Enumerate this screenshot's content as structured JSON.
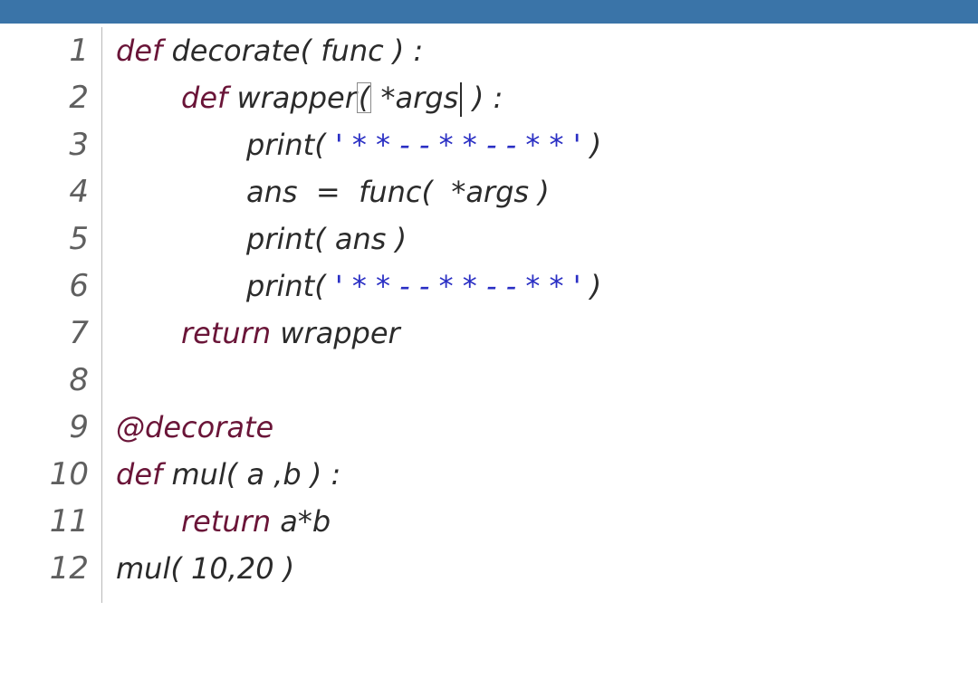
{
  "lines": [
    {
      "num": "1",
      "indent": 0,
      "tokens": [
        {
          "t": "def",
          "k": "kw"
        },
        {
          "t": " decorate( func ) :",
          "k": "plain"
        }
      ]
    },
    {
      "num": "2",
      "indent": 1,
      "tokens": [
        {
          "t": "def",
          "k": "kw"
        },
        {
          "t": " wrapper",
          "k": "plain"
        },
        {
          "t": "(",
          "k": "box"
        },
        {
          "t": " *args",
          "k": "plain"
        },
        {
          "t": "",
          "k": "cursor"
        },
        {
          "t": " ) :",
          "k": "plain"
        }
      ]
    },
    {
      "num": "3",
      "indent": 2,
      "tokens": [
        {
          "t": "print( ",
          "k": "plain"
        },
        {
          "t": "' * * - - * * - - * * '",
          "k": "str"
        },
        {
          "t": " )",
          "k": "plain"
        }
      ]
    },
    {
      "num": "4",
      "indent": 2,
      "tokens": [
        {
          "t": "ans  =  func(  *args )",
          "k": "plain"
        }
      ]
    },
    {
      "num": "5",
      "indent": 2,
      "tokens": [
        {
          "t": "print( ans )",
          "k": "plain"
        }
      ]
    },
    {
      "num": "6",
      "indent": 2,
      "tokens": [
        {
          "t": "print( ",
          "k": "plain"
        },
        {
          "t": "' * * - - * * - - * * '",
          "k": "str"
        },
        {
          "t": " )",
          "k": "plain"
        }
      ]
    },
    {
      "num": "7",
      "indent": 1,
      "tokens": [
        {
          "t": "return",
          "k": "kw"
        },
        {
          "t": " wrapper",
          "k": "plain"
        }
      ]
    },
    {
      "num": "8",
      "indent": 0,
      "tokens": []
    },
    {
      "num": "9",
      "indent": 0,
      "tokens": [
        {
          "t": "@decorate",
          "k": "dec"
        }
      ]
    },
    {
      "num": "10",
      "indent": 0,
      "tokens": [
        {
          "t": "def",
          "k": "kw"
        },
        {
          "t": " mul( a ,b ) :",
          "k": "plain"
        }
      ]
    },
    {
      "num": "11",
      "indent": 1,
      "tokens": [
        {
          "t": "return",
          "k": "kw"
        },
        {
          "t": " a*b",
          "k": "plain"
        }
      ]
    },
    {
      "num": "12",
      "indent": 0,
      "tokens": [
        {
          "t": "mul( 10,20 )",
          "k": "plain"
        }
      ]
    }
  ],
  "colors": {
    "top_bar": "#3a74a8",
    "keyword": "#6a1538",
    "string": "#2a2fc4",
    "text": "#2b2b2b",
    "line_number": "#5f5f5f"
  }
}
